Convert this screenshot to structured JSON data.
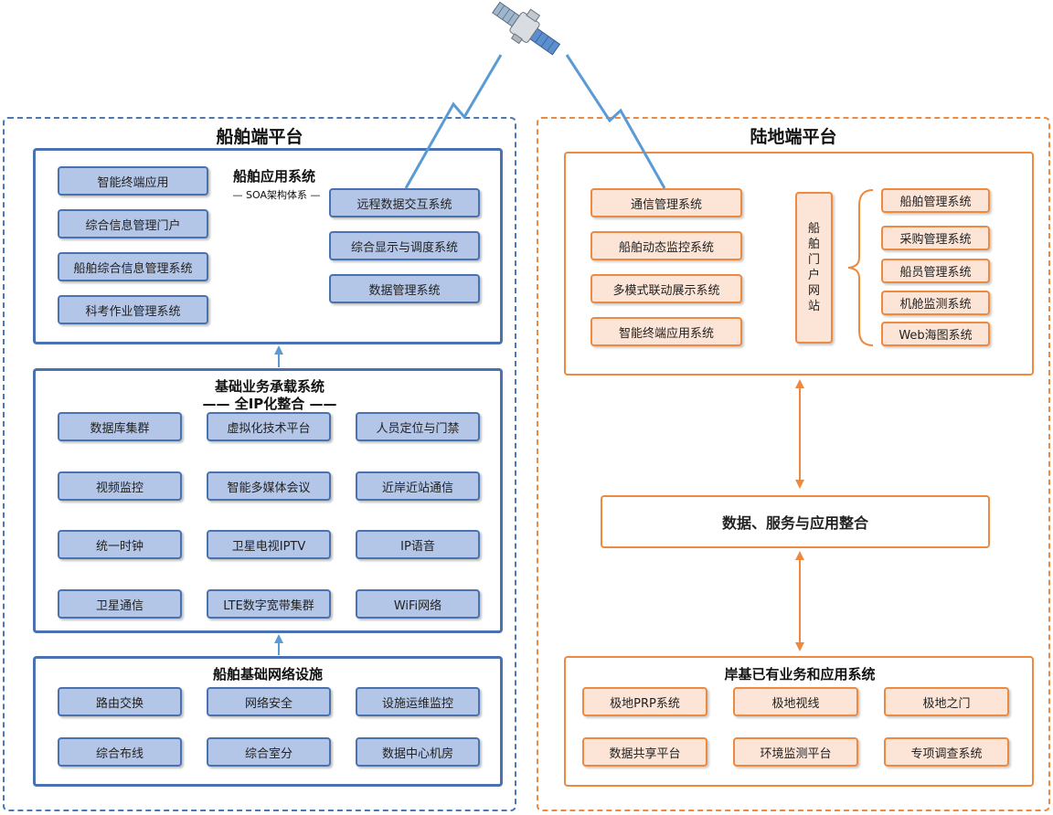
{
  "ship_platform": {
    "title": "船舶端平台",
    "app_system": {
      "title": "船舶应用系统",
      "subtitle": "SOA架构体系",
      "left_items": [
        "智能终端应用",
        "综合信息管理门户",
        "船舶综合信息管理系统",
        "科考作业管理系统"
      ],
      "right_items": [
        "远程数据交互系统",
        "综合显示与调度系统",
        "数据管理系统"
      ]
    },
    "business_system": {
      "title": "基础业务承载系统",
      "subtitle": "全IP化整合",
      "items": [
        "数据库集群",
        "虚拟化技术平台",
        "人员定位与门禁",
        "视频监控",
        "智能多媒体会议",
        "近岸近站通信",
        "统一时钟",
        "卫星电视IPTV",
        "IP语音",
        "卫星通信",
        "LTE数字宽带集群",
        "WiFi网络"
      ]
    },
    "network_infra": {
      "title": "船舶基础网络设施",
      "items": [
        "路由交换",
        "网络安全",
        "设施运维监控",
        "综合布线",
        "综合室分",
        "数据中心机房"
      ]
    }
  },
  "land_platform": {
    "title": "陆地端平台",
    "top_left_items": [
      "通信管理系统",
      "船舶动态监控系统",
      "多模式联动展示系统",
      "智能终端应用系统"
    ],
    "portal": "船舶门户网站",
    "portal_items": [
      "船舶管理系统",
      "采购管理系统",
      "船员管理系统",
      "机舱监测系统",
      "Web海图系统"
    ],
    "integration": "数据、服务与应用整合",
    "shore_system": {
      "title": "岸基已有业务和应用系统",
      "items": [
        "极地PRP系统",
        "极地视线",
        "极地之门",
        "数据共享平台",
        "环境监测平台",
        "专项调查系统"
      ]
    }
  },
  "colors": {
    "ship_border": "#4a72b0",
    "ship_fill": "#b4c6e7",
    "land_border": "#ed8a3f",
    "land_fill": "#fce4d6",
    "link": "#5b9bd5"
  },
  "icons": [
    "satellite-icon"
  ]
}
